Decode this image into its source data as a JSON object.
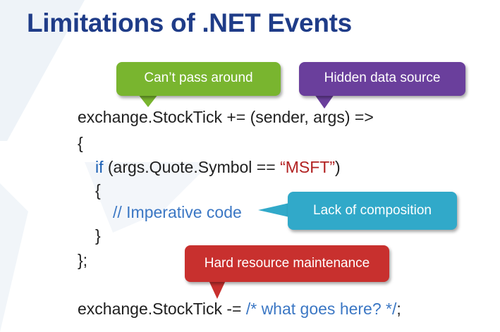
{
  "title": "Limitations of .NET Events",
  "code": {
    "line1": "exchange.StockTick += (sender, args) =>",
    "line2": "{",
    "line3_kw": "if",
    "line3_mid": " (args.Quote.Symbol == ",
    "line3_str": "“MSFT”",
    "line3_end": ")",
    "line4": "{",
    "line5": "// Imperative code",
    "line6": "}",
    "line7": "};",
    "line8_pre": "exchange.StockTick -= ",
    "line8_cmt": "/* what goes here? */",
    "line8_end": ";"
  },
  "callouts": {
    "cant_pass": "Can’t pass around",
    "hidden_source": "Hidden data source",
    "lack_composition": "Lack of composition",
    "hard_resource": "Hard resource maintenance"
  },
  "colors": {
    "title": "#1f3c88",
    "green": "#79b52f",
    "purple": "#6a3f9c",
    "teal": "#31a9c9",
    "red": "#c8302e"
  }
}
